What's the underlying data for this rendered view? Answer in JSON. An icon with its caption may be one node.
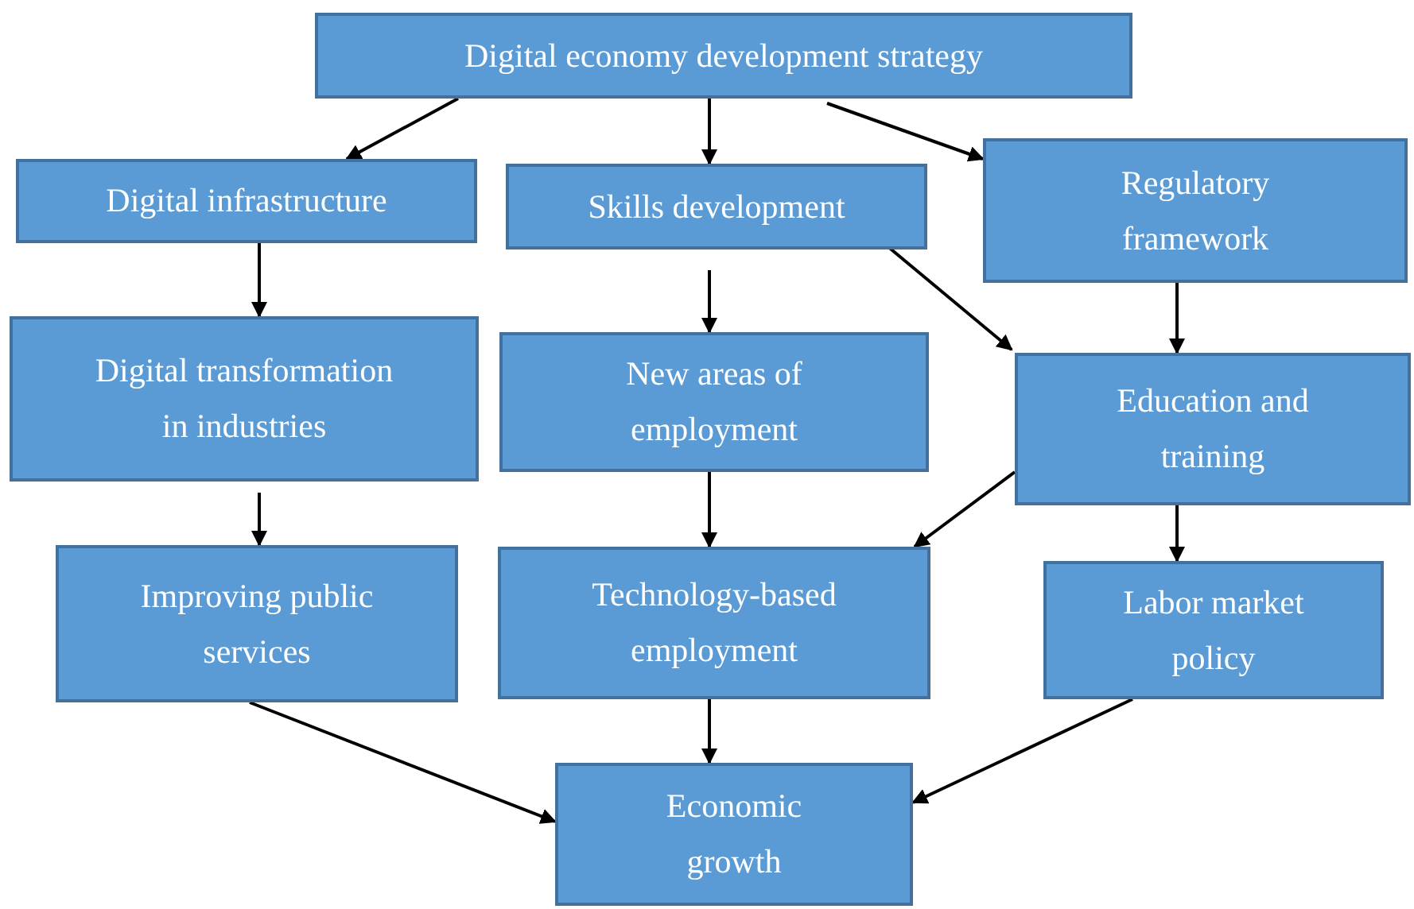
{
  "diagram": {
    "nodes": [
      {
        "text": [
          "Digital economy development strategy"
        ]
      },
      {
        "text": [
          "Digital infrastructure"
        ]
      },
      {
        "text": [
          "Skills development"
        ]
      },
      {
        "text": [
          "Regulatory framework"
        ]
      },
      {
        "text": [
          "Digital transformation in industries"
        ]
      },
      {
        "text": [
          "New areas of employment"
        ]
      },
      {
        "text": [
          "Education and training"
        ]
      },
      {
        "text": [
          "Improving public services"
        ]
      },
      {
        "text": [
          "Technology-based employment"
        ]
      },
      {
        "text": [
          "Labor market policy"
        ]
      },
      {
        "text": [
          "Economic growth"
        ]
      }
    ],
    "edges": [
      {
        "from": 0,
        "to": 1,
        "arrow": "to"
      },
      {
        "from": 0,
        "to": 2,
        "arrow": "to"
      },
      {
        "from": 0,
        "to": 3,
        "arrow": "to"
      },
      {
        "from": 1,
        "to": 4,
        "arrow": "to"
      },
      {
        "from": 2,
        "to": 5,
        "arrow": "to"
      },
      {
        "from": 2,
        "to": 6,
        "arrow": "to"
      },
      {
        "from": 3,
        "to": 6,
        "arrow": "to"
      },
      {
        "from": 4,
        "to": 7,
        "arrow": "to"
      },
      {
        "from": 5,
        "to": 8,
        "arrow": "to"
      },
      {
        "from": 6,
        "to": 8,
        "arrow": "to"
      },
      {
        "from": 6,
        "to": 9,
        "arrow": "to"
      },
      {
        "from": 7,
        "to": 10,
        "arrow": "to"
      },
      {
        "from": 8,
        "to": 10,
        "arrow": "to"
      },
      {
        "from": 9,
        "to": 10,
        "arrow": "to"
      }
    ]
  }
}
